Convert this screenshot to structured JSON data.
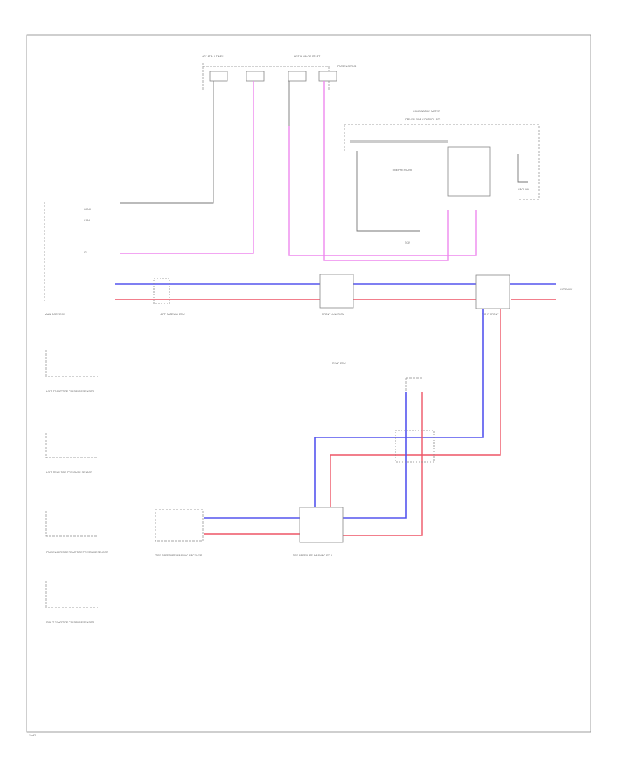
{
  "labels": {
    "fuse_left": "HOT AT ALL TIMES",
    "fuse_right": "HOT IN ON OR START",
    "passenger_junction": "PASSENGER JB",
    "combination_meter": "COMBINATION METER",
    "meter_sub": "(DRIVER SIDE CONTROL, A/T)",
    "tire_pressure": "TIRE PRESSURE",
    "ecu_label": "ECU",
    "main_body": "MAIN BODY ECU",
    "left_gateway": "LEFT GATEWAY ECU",
    "front_junction": "FRONT JUNCTION",
    "right_front": "RIGHT FRONT",
    "gateway_right": "GATEWAY",
    "rear_ecu": "REAR ECU",
    "left_front_sensor": "LEFT FRONT TIRE PRESSURE SENSOR",
    "left_rear_sensor": "LEFT REAR TIRE PRESSURE SENSOR",
    "passenger_rear_sensor": "PASSENGER SIDE REAR TIRE PRESSURE SENSOR",
    "right_rear_sensor": "RIGHT REAR TIRE PRESSURE SENSOR",
    "bottom_left_module": "TIRE PRESSURE WARNING RECEIVER",
    "bottom_center_module": "TIRE PRESSURE WARNING ECU",
    "page_number": "1 of 2"
  }
}
